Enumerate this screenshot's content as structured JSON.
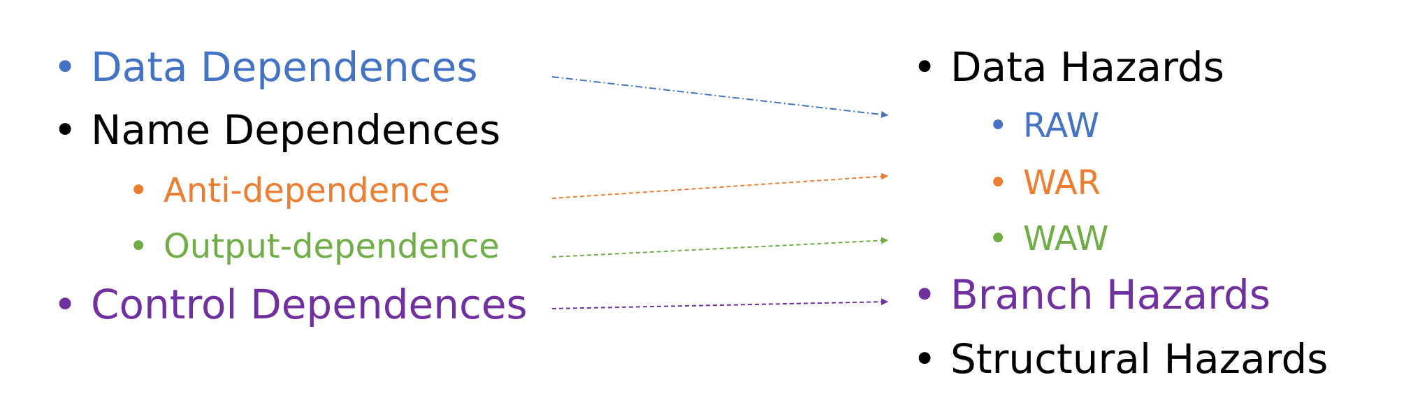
{
  "colors": {
    "blue": "#4472C4",
    "orange": "#ED7D31",
    "green": "#70AD47",
    "purple": "#7030A0",
    "black": "#000000"
  },
  "bullet_char": "•",
  "left": {
    "data_dependences": "Data Dependences",
    "name_dependences": "Name Dependences",
    "anti_dependence": "Anti-dependence",
    "output_dependence": "Output-dependence",
    "control_dependences": "Control Dependences"
  },
  "right": {
    "data_hazards": "Data Hazards",
    "raw": "RAW",
    "war": "WAR",
    "waw": "WAW",
    "branch_hazards": "Branch Hazards",
    "structural_hazards": "Structural Hazards"
  }
}
